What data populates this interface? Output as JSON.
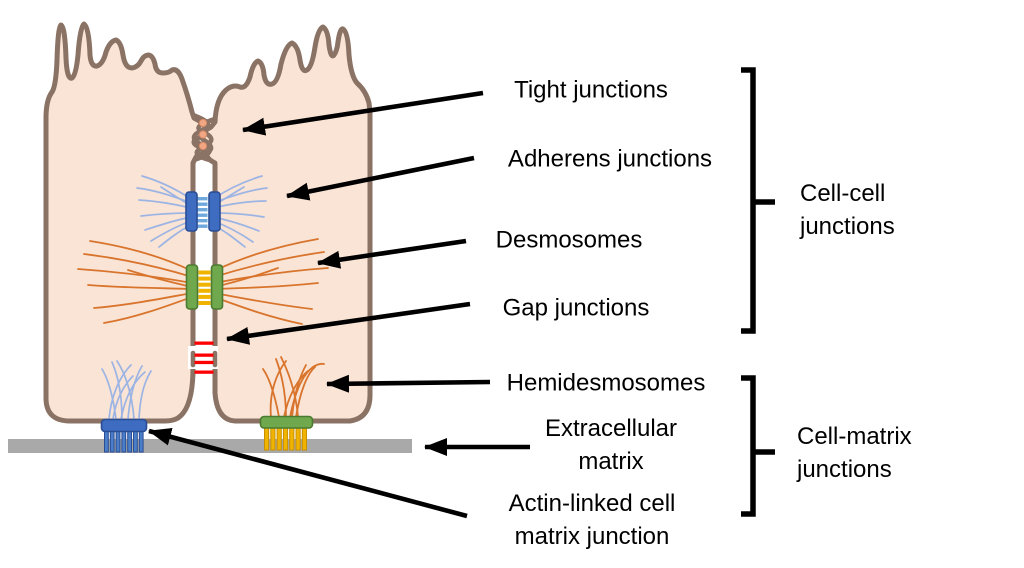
{
  "diagram": {
    "labels": {
      "tight_junctions": "Tight junctions",
      "adherens_junctions": "Adherens junctions",
      "desmosomes": "Desmosomes",
      "gap_junctions": "Gap junctions",
      "hemidesmosomes": "Hemidesmosomes",
      "extracellular_matrix": [
        "Extracellular",
        "matrix"
      ],
      "actin_linked_cell_matrix_junction": [
        "Actin-linked cell",
        "matrix junction"
      ],
      "cell_cell_junctions": [
        "Cell-cell",
        "junctions"
      ],
      "cell_matrix_junctions": [
        "Cell-matrix",
        "junctions"
      ]
    },
    "colors": {
      "membrane": "#8a7264",
      "cytoplasm": "#f9e4d6",
      "tight_junction_dot": "#f2a784",
      "adherens_plaque_blue": "#3d6cc0",
      "adherens_stripe_blue": "#6fa8dc",
      "actin_filament_blue": "#9cb4e4",
      "desmosome_plaque_green": "#70a84e",
      "desmosome_stripe_gold": "#f0b400",
      "intermediate_filament_orange": "#d9742c",
      "gap_junction_red": "#fe0000",
      "extracellular_matrix_gray": "#a9a9a9",
      "annotation_black": "#000000"
    }
  }
}
